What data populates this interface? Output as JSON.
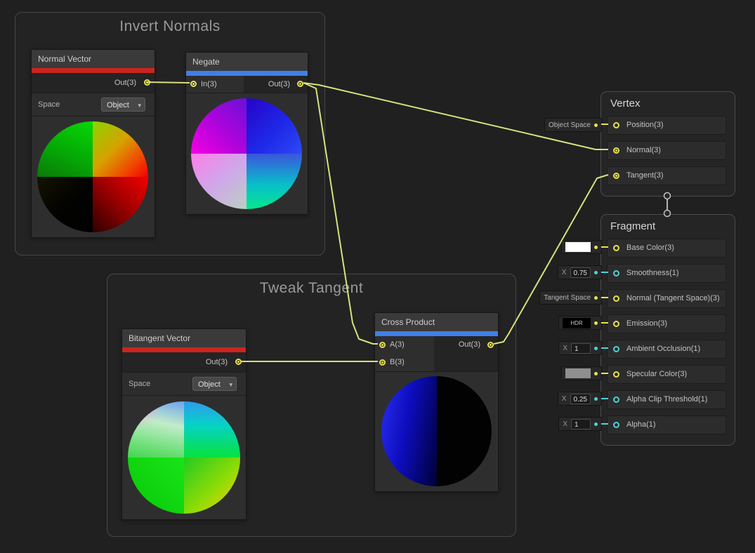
{
  "colors": {
    "edge": "#d8e17e",
    "vector_port": "#e9e24f",
    "float_port": "#4fd2d6",
    "red_title_bar": "#cc241d",
    "blue_title_bar": "#3f80e8",
    "base_color_swatch": "#ffffff",
    "specular_color_swatch": "#8f8f8f",
    "emission_swatch": "#000000"
  },
  "groups": {
    "invert_normals": {
      "title": "Invert Normals"
    },
    "tweak_tangent": {
      "title": "Tweak Tangent"
    }
  },
  "nodes": {
    "normal_vector": {
      "title": "Normal Vector",
      "out": "Out(3)",
      "space_label": "Space",
      "space_value": "Object"
    },
    "negate": {
      "title": "Negate",
      "in": "In(3)",
      "out": "Out(3)"
    },
    "bitangent_vector": {
      "title": "Bitangent Vector",
      "out": "Out(3)",
      "space_label": "Space",
      "space_value": "Object"
    },
    "cross_product": {
      "title": "Cross Product",
      "a": "A(3)",
      "b": "B(3)",
      "out": "Out(3)"
    }
  },
  "vertex_block": {
    "title": "Vertex",
    "position_pill": "Object Space",
    "rows": [
      {
        "label": "Position(3)"
      },
      {
        "label": "Normal(3)"
      },
      {
        "label": "Tangent(3)"
      }
    ]
  },
  "fragment_block": {
    "title": "Fragment",
    "rows": [
      {
        "label": "Base Color(3)",
        "swatch": "#ffffff"
      },
      {
        "label": "Smoothness(1)",
        "prefix": "X",
        "value": "0.75"
      },
      {
        "label": "Normal (Tangent Space)(3)",
        "pill": "Tangent Space"
      },
      {
        "label": "Emission(3)",
        "hdr": "HDR"
      },
      {
        "label": "Ambient Occlusion(1)",
        "prefix": "X",
        "value": "1"
      },
      {
        "label": "Specular Color(3)",
        "swatch": "#8f8f8f"
      },
      {
        "label": "Alpha Clip Threshold(1)",
        "prefix": "X",
        "value": "0.25"
      },
      {
        "label": "Alpha(1)",
        "prefix": "X",
        "value": "1"
      }
    ]
  }
}
